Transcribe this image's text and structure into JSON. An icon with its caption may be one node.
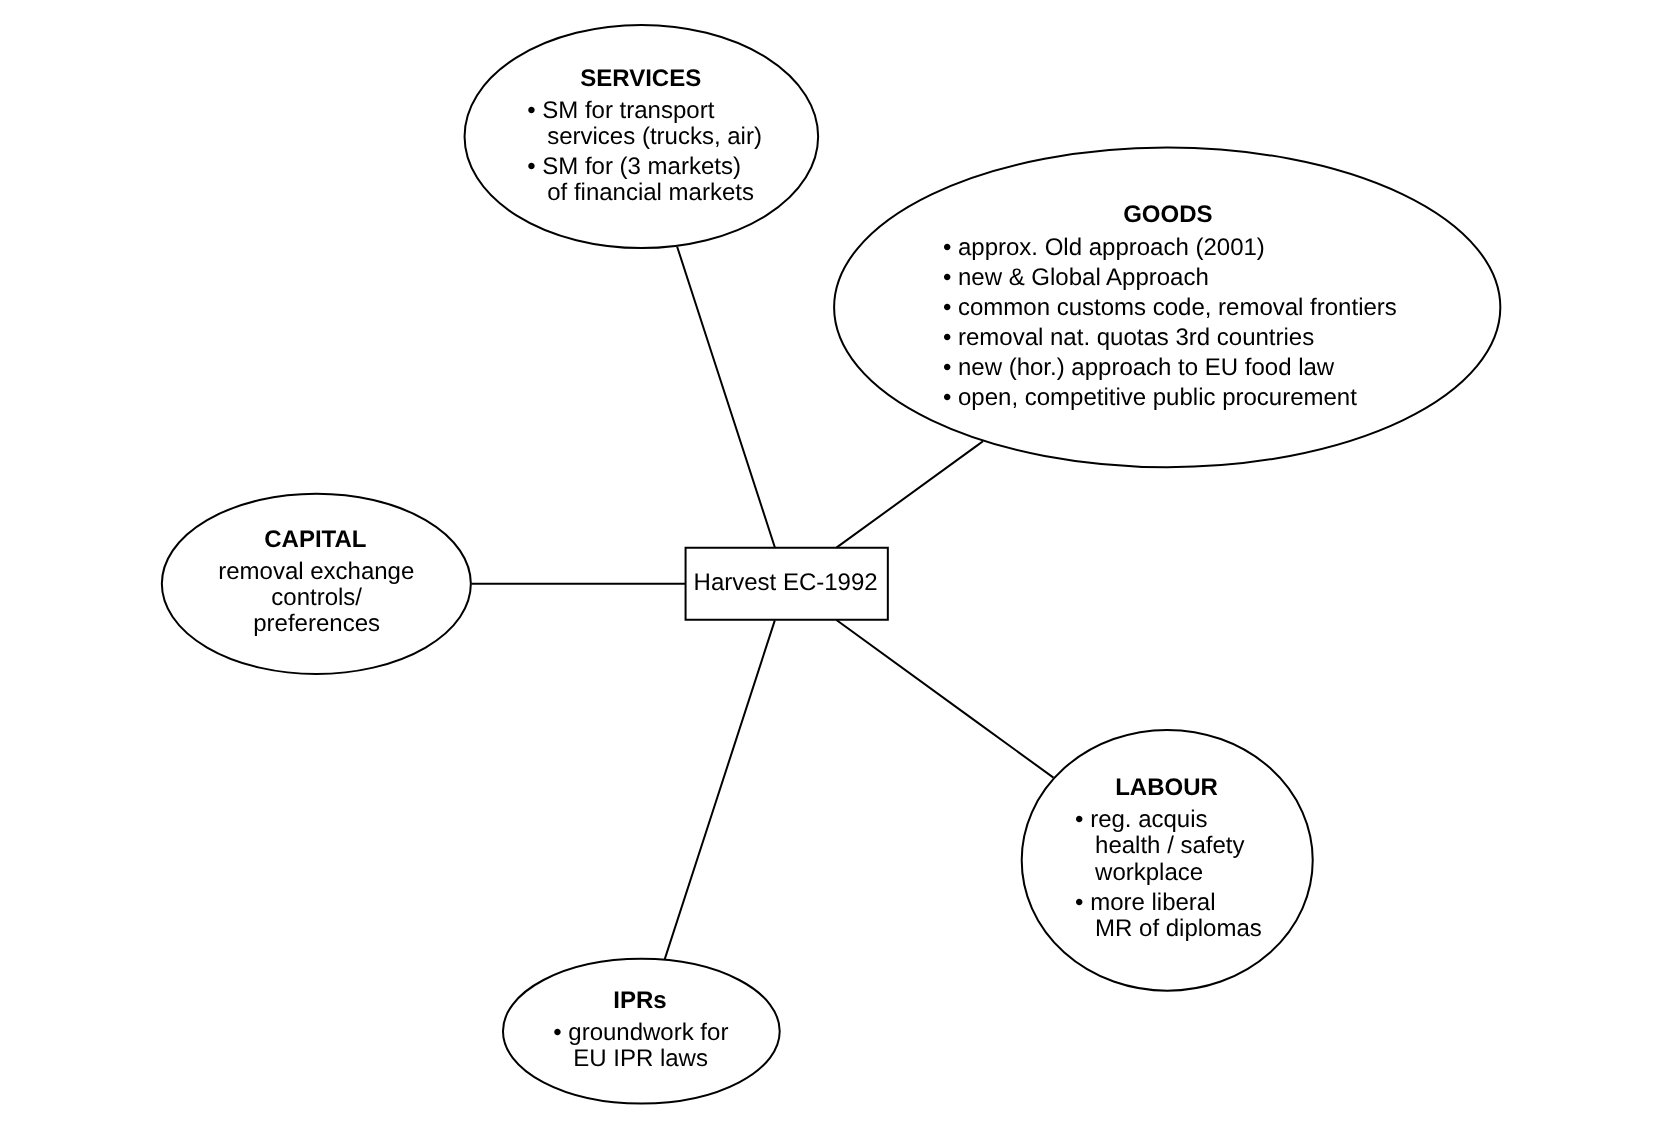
{
  "diagram": {
    "nodes": [
      {
        "text": [
          "GOODS",
          "• approx. Old approach (2001)",
          "• new & Global Approach",
          "• common customs code, removal frontiers",
          "• removal nat. quotas 3rd countries",
          "• new (hor.) approach to EU food law",
          "• open, competitive public procurement"
        ]
      },
      {
        "text": [
          "SERVICES",
          "• SM for transport services (trucks, air)",
          "• SM for (3 markets) of financial markets"
        ]
      },
      {
        "text": [
          "Harvest EC-1992"
        ]
      },
      {
        "text": [
          "CAPITAL",
          "removal exchange controls/ preferences"
        ]
      },
      {
        "text": [
          "IPRs",
          "• groundwork for EU IPR laws"
        ]
      },
      {
        "text": [
          "LABOUR",
          "• reg. acquis health / safety workplace",
          "• more liberal MR of diplomas"
        ]
      }
    ],
    "edges": [
      {
        "from": 2,
        "to": 0,
        "arrow": "none"
      },
      {
        "from": 2,
        "to": 1,
        "arrow": "none"
      },
      {
        "from": 2,
        "to": 3,
        "arrow": "none"
      },
      {
        "from": 2,
        "to": 4,
        "arrow": "none"
      },
      {
        "from": 2,
        "to": 5,
        "arrow": "none"
      }
    ]
  }
}
